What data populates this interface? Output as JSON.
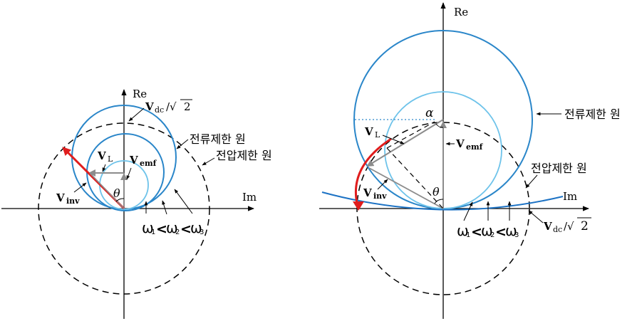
{
  "colors": {
    "axis": "#000000",
    "current_limit_circle": "#2a86c9",
    "emf_circle": "#6ec3ea",
    "voltage_limit_circle": "#000000",
    "vinv_vector": "#e01d1d",
    "phasor_gray": "#8c8c8c",
    "trajectory_curve": "#1c72c4"
  },
  "left": {
    "axis_re": "Re",
    "axis_im": "Im",
    "vdc_label": {
      "main": "V",
      "sub": "dc",
      "tail": "/√",
      "num": "2"
    },
    "label_current_limit": "전류제한 원",
    "label_voltage_limit": "전압제한 원",
    "vl_label": {
      "main": "V",
      "sub": "L"
    },
    "vemf_label": {
      "main": "V",
      "sub": "emf"
    },
    "vinv_label": {
      "main": "V",
      "sub": "inv"
    },
    "theta": "θ",
    "omega": {
      "w1": "ω",
      "s1": "1",
      "w2": "ω",
      "s2": "2",
      "w3": "ω",
      "s3": "3",
      "lt": "<"
    }
  },
  "right": {
    "axis_re": "Re",
    "axis_im": "Im",
    "label_current_limit": "전류제한 원",
    "label_voltage_limit": "전압제한 원",
    "vdc_label": {
      "main": "V",
      "sub": "dc",
      "tail": "/√",
      "num": "2"
    },
    "vl_label": {
      "main": "V",
      "sub": "L"
    },
    "vemf_label": {
      "main": "V",
      "sub": "emf"
    },
    "vinv_label": {
      "main": "V",
      "sub": "inv"
    },
    "theta": "θ",
    "alpha": "α",
    "omega": {
      "w1": "ω",
      "s1": "1",
      "w2": "ω",
      "s2": "2",
      "w3": "ω",
      "s3": "3",
      "lt": "<"
    }
  }
}
